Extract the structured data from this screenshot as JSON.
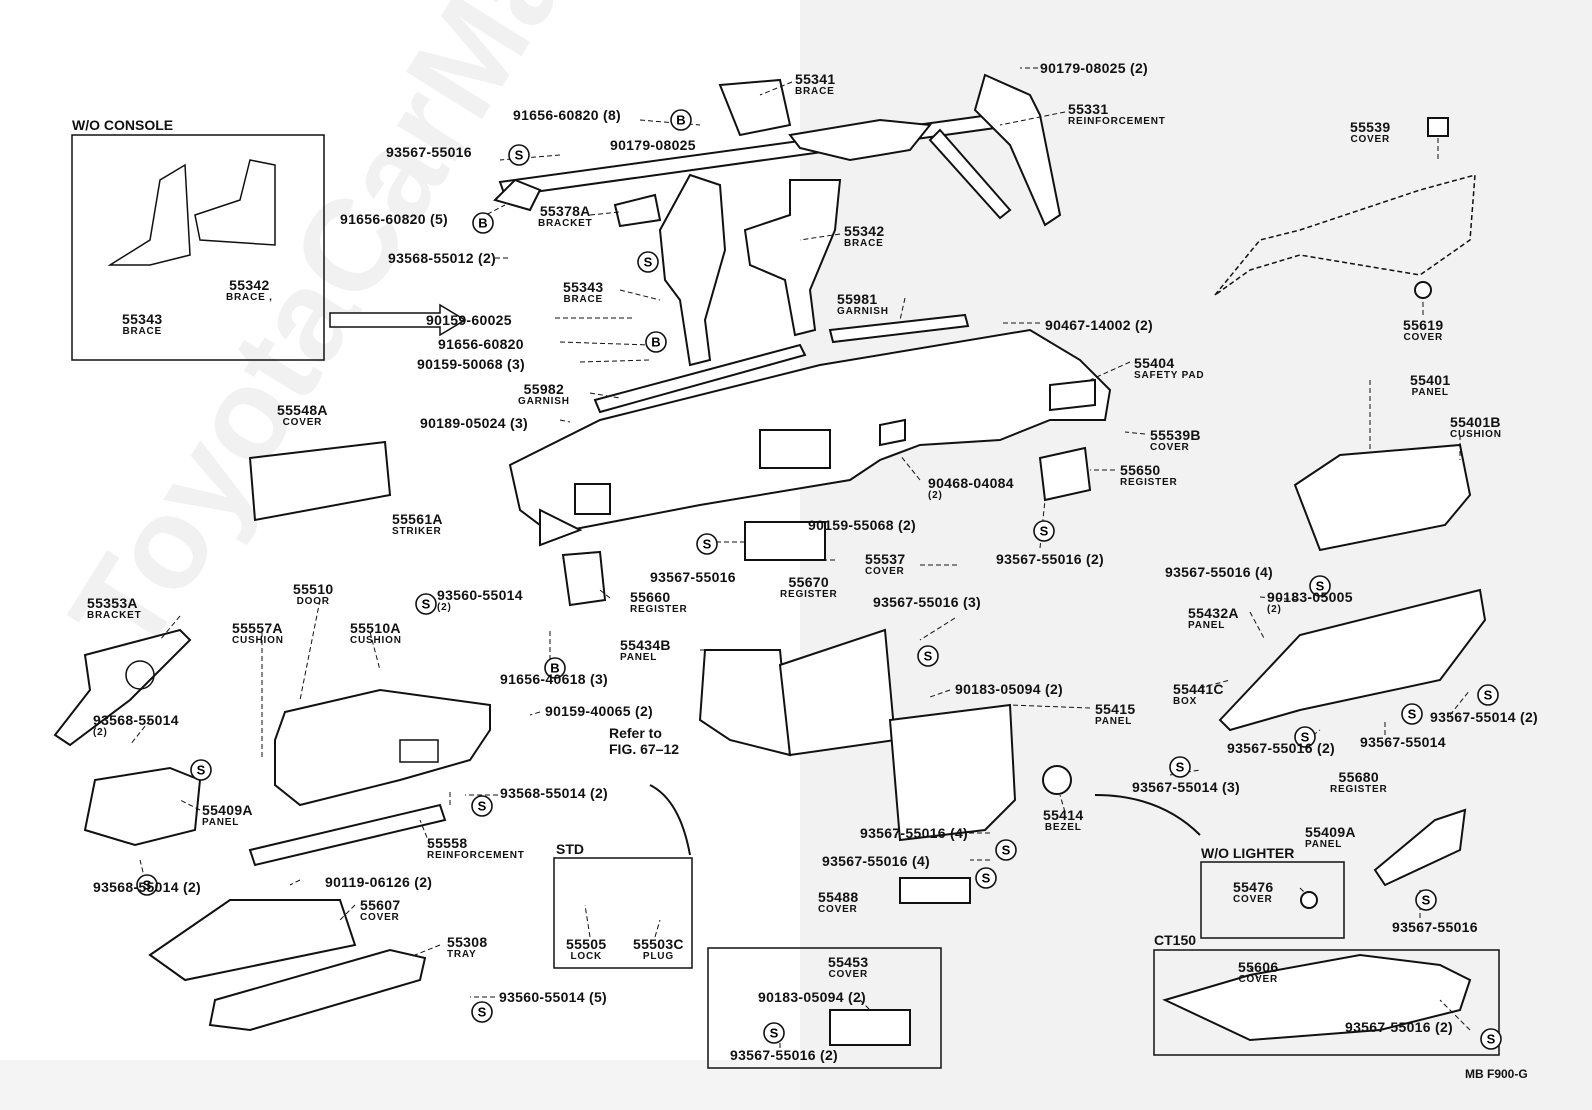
{
  "watermark": "ToyotaCarManuals",
  "diagram_code": "MB F900-G",
  "boxes": {
    "wo_console": "W/O CONSOLE",
    "std": "STD",
    "wo_lighter": "W/O LIGHTER",
    "ct150": "CT150"
  },
  "refer_note": "Refer to\nFIG. 67–12",
  "parts": [
    {
      "id": "p55341",
      "num": "55341",
      "name": "BRACE"
    },
    {
      "id": "p55331",
      "num": "55331",
      "name": "REINFORCEMENT"
    },
    {
      "id": "p90179a",
      "num": "90179-08025 (2)",
      "name": ""
    },
    {
      "id": "p91656a",
      "num": "91656-60820 (8)",
      "name": ""
    },
    {
      "id": "p90179b",
      "num": "90179-08025",
      "name": ""
    },
    {
      "id": "p93567a",
      "num": "93567-55016",
      "name": ""
    },
    {
      "id": "p91656b",
      "num": "91656-60820 (5)",
      "name": ""
    },
    {
      "id": "p55378A",
      "num": "55378A",
      "name": "BRACKET"
    },
    {
      "id": "p55342",
      "num": "55342",
      "name": "BRACE"
    },
    {
      "id": "p93568a",
      "num": "93568-55012 (2)",
      "name": ""
    },
    {
      "id": "p55343",
      "num": "55343",
      "name": "BRACE"
    },
    {
      "id": "p90159a",
      "num": "90159-60025",
      "name": ""
    },
    {
      "id": "p91656c",
      "num": "91656-60820",
      "name": ""
    },
    {
      "id": "p90159b",
      "num": "90159-50068 (3)",
      "name": ""
    },
    {
      "id": "p55982",
      "num": "55982",
      "name": "GARNISH"
    },
    {
      "id": "p55981",
      "num": "55981",
      "name": "GARNISH"
    },
    {
      "id": "p90467",
      "num": "90467-14002 (2)",
      "name": ""
    },
    {
      "id": "p55404",
      "num": "55404",
      "name": "SAFETY PAD"
    },
    {
      "id": "p55539",
      "num": "55539",
      "name": "COVER"
    },
    {
      "id": "p55619",
      "num": "55619",
      "name": "COVER"
    },
    {
      "id": "p55343b",
      "num": "55343",
      "name": "BRACE"
    },
    {
      "id": "p55342b",
      "num": "55342",
      "name": "BRACE ,"
    },
    {
      "id": "p55548A",
      "num": "55548A",
      "name": "COVER"
    },
    {
      "id": "p90189",
      "num": "90189-05024 (3)",
      "name": ""
    },
    {
      "id": "p55539B",
      "num": "55539B",
      "name": "COVER"
    },
    {
      "id": "p90468",
      "num": "90468-04084",
      "name": "(2)"
    },
    {
      "id": "p55650",
      "num": "55650",
      "name": "REGISTER"
    },
    {
      "id": "p93567b",
      "num": "93567-55016 (2)",
      "name": ""
    },
    {
      "id": "p55401",
      "num": "55401",
      "name": "PANEL"
    },
    {
      "id": "p55401B",
      "num": "55401B",
      "name": "CUSHION"
    },
    {
      "id": "p55561A",
      "num": "55561A",
      "name": "STRIKER"
    },
    {
      "id": "p93560a",
      "num": "93560-55014",
      "name": "(2)"
    },
    {
      "id": "p90159c",
      "num": "90159-55068 (2)",
      "name": ""
    },
    {
      "id": "p55537",
      "num": "55537",
      "name": "COVER"
    },
    {
      "id": "p93567c",
      "num": "93567-55016",
      "name": ""
    },
    {
      "id": "p55670",
      "num": "55670",
      "name": "REGISTER"
    },
    {
      "id": "p55660",
      "num": "55660",
      "name": "REGISTER"
    },
    {
      "id": "p93567d",
      "num": "93567-55016 (4)",
      "name": ""
    },
    {
      "id": "p90183a",
      "num": "90183-05005",
      "name": "(2)"
    },
    {
      "id": "p55432A",
      "num": "55432A",
      "name": "PANEL"
    },
    {
      "id": "p55353A",
      "num": "55353A",
      "name": "BRACKET"
    },
    {
      "id": "p55510",
      "num": "55510",
      "name": "DOOR"
    },
    {
      "id": "p55557A",
      "num": "55557A",
      "name": "CUSHION"
    },
    {
      "id": "p55510A",
      "num": "55510A",
      "name": "CUSHION"
    },
    {
      "id": "p93567e",
      "num": "93567-55016 (3)",
      "name": ""
    },
    {
      "id": "p55434B",
      "num": "55434B",
      "name": "PANEL"
    },
    {
      "id": "p55441C",
      "num": "55441C",
      "name": "BOX"
    },
    {
      "id": "p91656d",
      "num": "91656-40618 (3)",
      "name": ""
    },
    {
      "id": "p90183b",
      "num": "90183-05094 (2)",
      "name": ""
    },
    {
      "id": "p55415",
      "num": "55415",
      "name": "PANEL"
    },
    {
      "id": "p90159d",
      "num": "90159-40065 (2)",
      "name": ""
    },
    {
      "id": "p93568b",
      "num": "93568-55014",
      "name": "(2)"
    },
    {
      "id": "p93567f",
      "num": "93567-55014 (2)",
      "name": ""
    },
    {
      "id": "p93567g",
      "num": "93567-55016 (2)",
      "name": ""
    },
    {
      "id": "p93567h",
      "num": "93567-55014",
      "name": ""
    },
    {
      "id": "p55680",
      "num": "55680",
      "name": "REGISTER"
    },
    {
      "id": "p93568c",
      "num": "93568-55014 (2)",
      "name": ""
    },
    {
      "id": "p93567i",
      "num": "93567-55014 (3)",
      "name": ""
    },
    {
      "id": "p55409A",
      "num": "55409A",
      "name": "PANEL"
    },
    {
      "id": "p55558",
      "num": "55558",
      "name": "REINFORCEMENT"
    },
    {
      "id": "p55414",
      "num": "55414",
      "name": "BEZEL"
    },
    {
      "id": "p93567j",
      "num": "93567-55016 (4)",
      "name": ""
    },
    {
      "id": "p55409Ab",
      "num": "55409A",
      "name": "PANEL"
    },
    {
      "id": "p93568d",
      "num": "93568-55014 (2)",
      "name": ""
    },
    {
      "id": "p90119",
      "num": "90119-06126 (2)",
      "name": ""
    },
    {
      "id": "p93567k",
      "num": "93567-55016 (4)",
      "name": ""
    },
    {
      "id": "p55476",
      "num": "55476",
      "name": "COVER"
    },
    {
      "id": "p55607",
      "num": "55607",
      "name": "COVER"
    },
    {
      "id": "p55488",
      "num": "55488",
      "name": "COVER"
    },
    {
      "id": "p93567l",
      "num": "93567-55016",
      "name": ""
    },
    {
      "id": "p55308",
      "num": "55308",
      "name": "TRAY"
    },
    {
      "id": "p55505",
      "num": "55505",
      "name": "LOCK"
    },
    {
      "id": "p55503C",
      "num": "55503C",
      "name": "PLUG"
    },
    {
      "id": "p55453",
      "num": "55453",
      "name": "COVER"
    },
    {
      "id": "p55606",
      "num": "55606",
      "name": "COVER"
    },
    {
      "id": "p93560b",
      "num": "93560-55014 (5)",
      "name": ""
    },
    {
      "id": "p90183c",
      "num": "90183-05094 (2)",
      "name": ""
    },
    {
      "id": "p93567m",
      "num": "93567-55016 (2)",
      "name": ""
    },
    {
      "id": "p93567n",
      "num": "93567-55016 (2)",
      "name": ""
    }
  ]
}
